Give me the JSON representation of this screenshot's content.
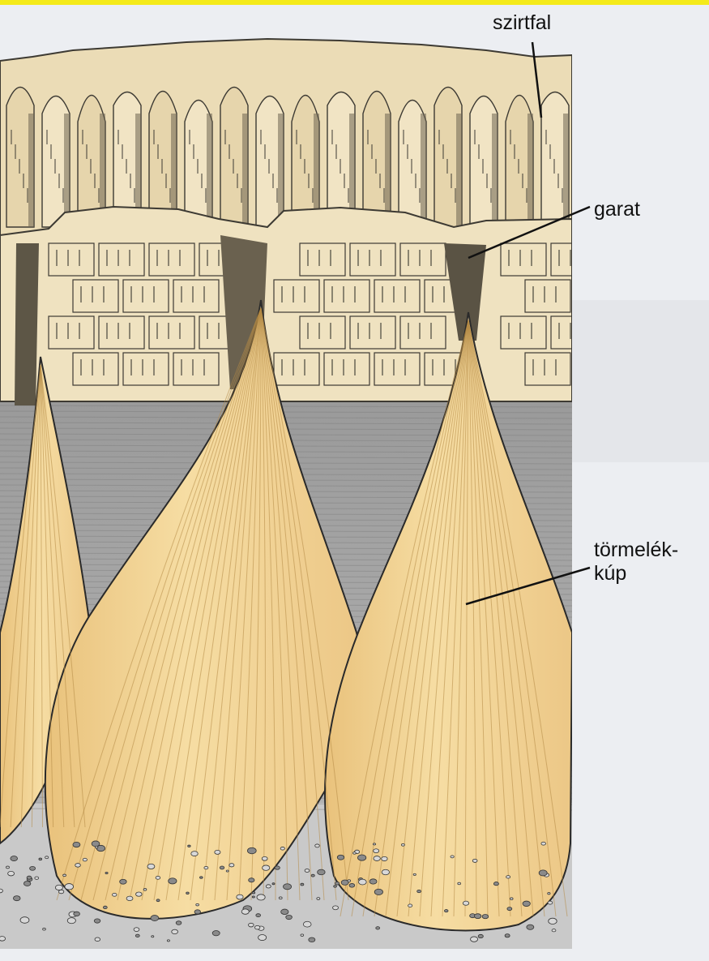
{
  "labels": {
    "cliff": "szirtfal",
    "gully": "garat",
    "talus_line1": "törmelék-",
    "talus_line2": "kúp"
  },
  "colors": {
    "top_strip": "#f4ea1a",
    "background": "#eceef2",
    "sky": "#eef0f4",
    "rock_light": "#efe2c0",
    "rock_mid": "#e2cfa4",
    "rock_shadow": "#6e6452",
    "slope": "#9b9b9b",
    "cone_light": "#f6dda3",
    "cone_mid": "#eec987",
    "cone_edge": "#2a2a2a",
    "leader_line": "#111111"
  }
}
